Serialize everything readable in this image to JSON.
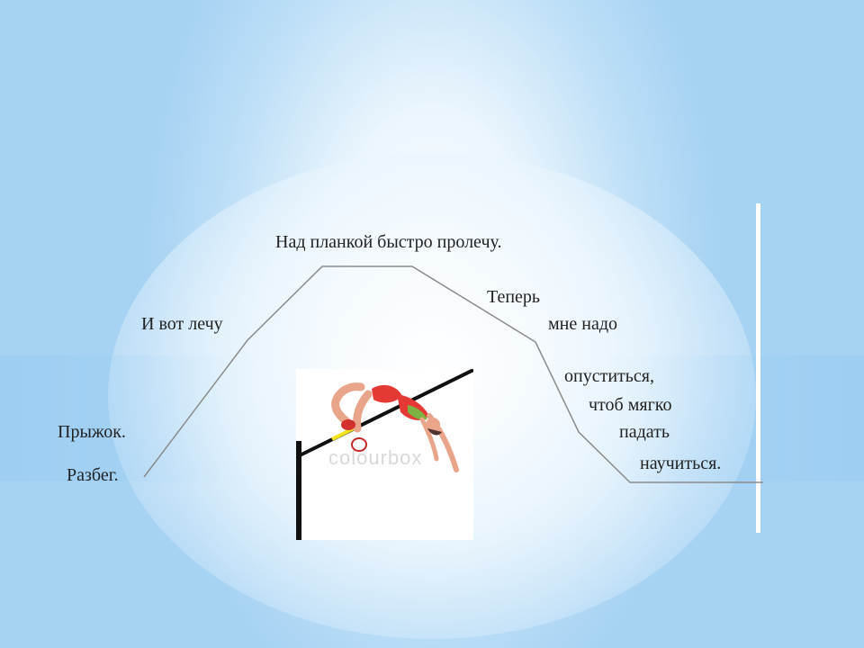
{
  "labels": {
    "top": "Над планкой быстро пролечу.",
    "left_upper": "И вот лечу",
    "jump": "Прыжок.",
    "runup": "Разбег.",
    "right_1": "Теперь",
    "right_2": "мне надо",
    "right_3": "опуститься,",
    "right_4": "чтоб мягко",
    "right_5": "падать",
    "right_6": "научиться."
  },
  "image": {
    "watermark": "colourbox",
    "icon": "high-jumper-icon"
  },
  "colors": {
    "line": "#888888",
    "bar": "#000000",
    "bar_highlight": "#f4e21b",
    "athlete_top": "#e53935",
    "skin": "#e9a58a"
  }
}
